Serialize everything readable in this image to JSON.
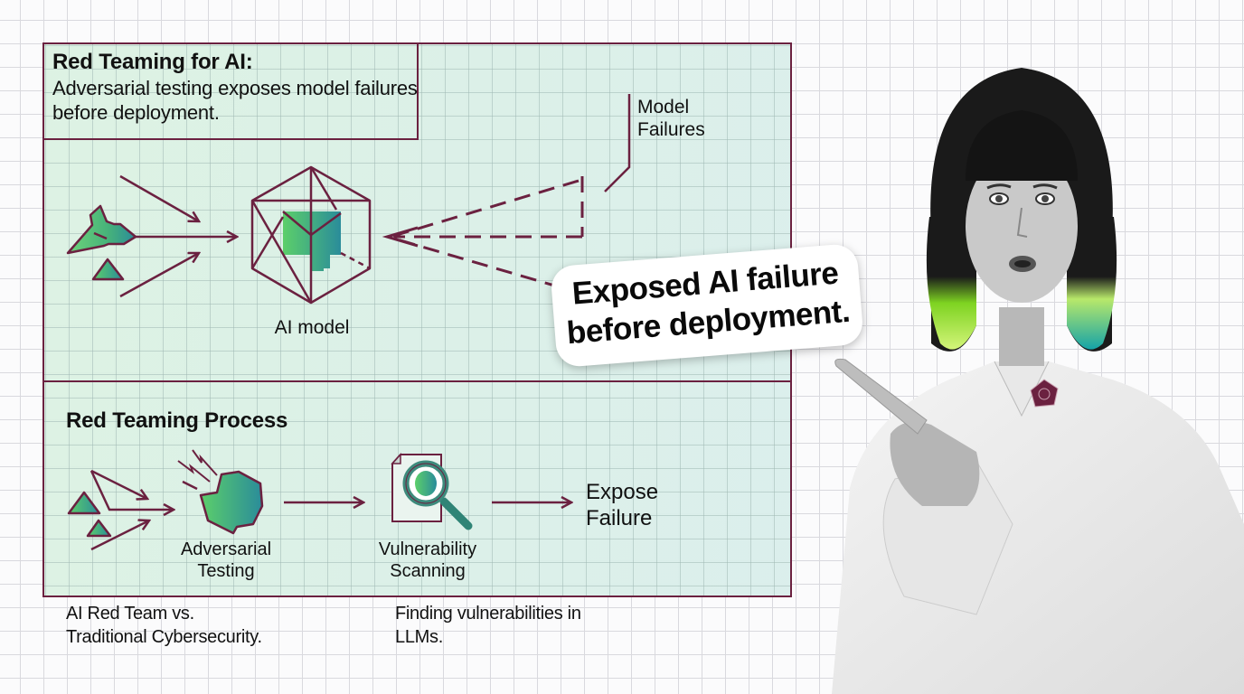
{
  "header": {
    "title": "Red Teaming for AI:",
    "subtitle": "Adversarial testing exposes model failures before deployment."
  },
  "top_diagram": {
    "center_label": "AI model",
    "callout_label_line1": "Model",
    "callout_label_line2": "Failures"
  },
  "process": {
    "title": "Red Teaming Process",
    "steps": [
      {
        "label_line1": "Adversarial",
        "label_line2": "Testing",
        "icon": "impact-shard-icon"
      },
      {
        "label_line1": "Vulnerability",
        "label_line2": "Scanning",
        "icon": "magnifier-document-icon"
      },
      {
        "label_line1": "Expose",
        "label_line2": "Failure",
        "icon": ""
      }
    ]
  },
  "captions": {
    "left_line1": "AI Red Team vs.",
    "left_line2": "Traditional Cybersecurity.",
    "right_line1": "Finding vulnerabilities in",
    "right_line2": "LLMs."
  },
  "sticker": {
    "line1": "Exposed AI failure",
    "line2": "before deployment."
  },
  "colors": {
    "accent": "#6b2140",
    "green_start": "#5ccf6a",
    "green_end": "#2a8c9a",
    "panel_bg": "#dcefe6"
  },
  "presenter": {
    "description": "Presenter pointing toward the diagram",
    "pin": "rose-pin-icon"
  }
}
